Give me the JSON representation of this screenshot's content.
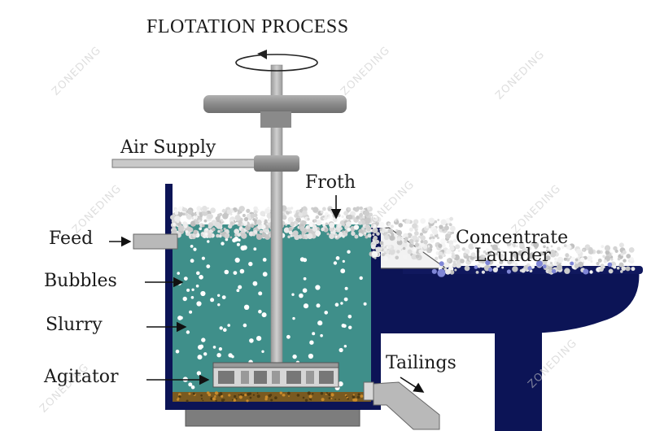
{
  "title": "FLOTATION PROCESS",
  "watermark": "ZONEDING",
  "labels": {
    "air_supply": "Air Supply",
    "froth": "Froth",
    "feed": "Feed",
    "bubbles": "Bubbles",
    "slurry": "Slurry",
    "agitator": "Agitator",
    "concentrate": "Concentrate",
    "launder": "Launder",
    "tailings": "Tailings"
  },
  "colors": {
    "tank": "#0c1456",
    "slurry": "#3f8f8a",
    "shaft": "#b5b5b5",
    "gear": "#8e8e8e",
    "froth": "#e6e6e6",
    "sediment": "#7a5a20",
    "base": "#808080"
  }
}
